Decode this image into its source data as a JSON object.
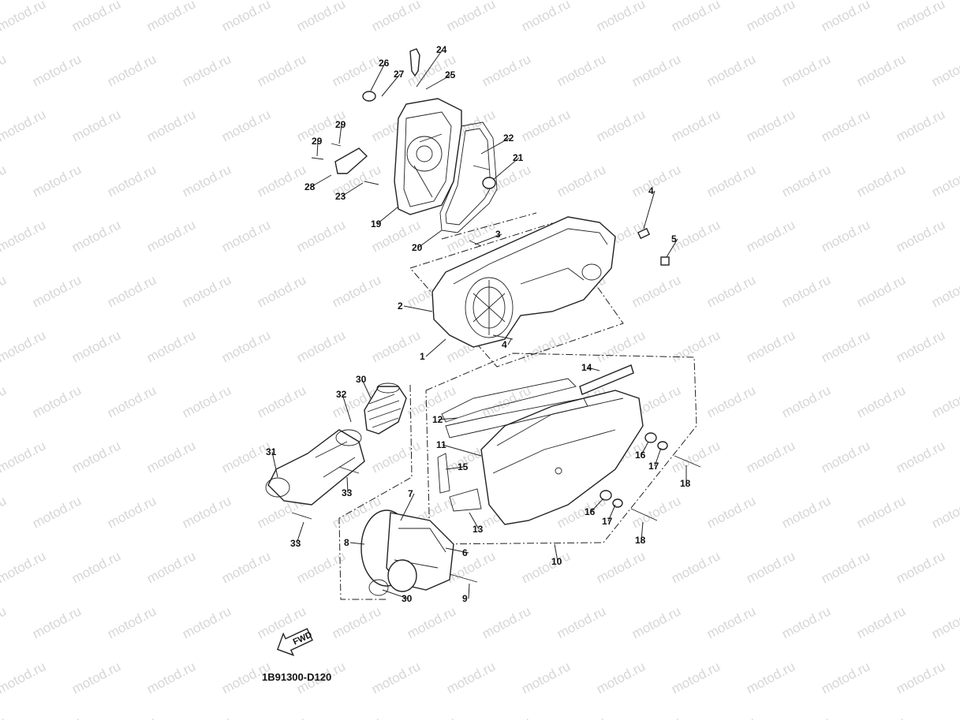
{
  "watermark": {
    "text": "motod.ru",
    "color": "#d6d6d6"
  },
  "diagram_code": "1B91300-D120",
  "direction_label": "FWD",
  "part_labels": [
    "1",
    "2",
    "3",
    "4",
    "4",
    "5",
    "6",
    "7",
    "8",
    "9",
    "10",
    "11",
    "12",
    "13",
    "14",
    "15",
    "16",
    "16",
    "17",
    "17",
    "18",
    "18",
    "19",
    "20",
    "21",
    "22",
    "23",
    "24",
    "25",
    "26",
    "27",
    "28",
    "29",
    "29",
    "30",
    "30",
    "31",
    "32",
    "33",
    "33"
  ],
  "icons": {
    "direction": "fwd-arrow-icon"
  }
}
